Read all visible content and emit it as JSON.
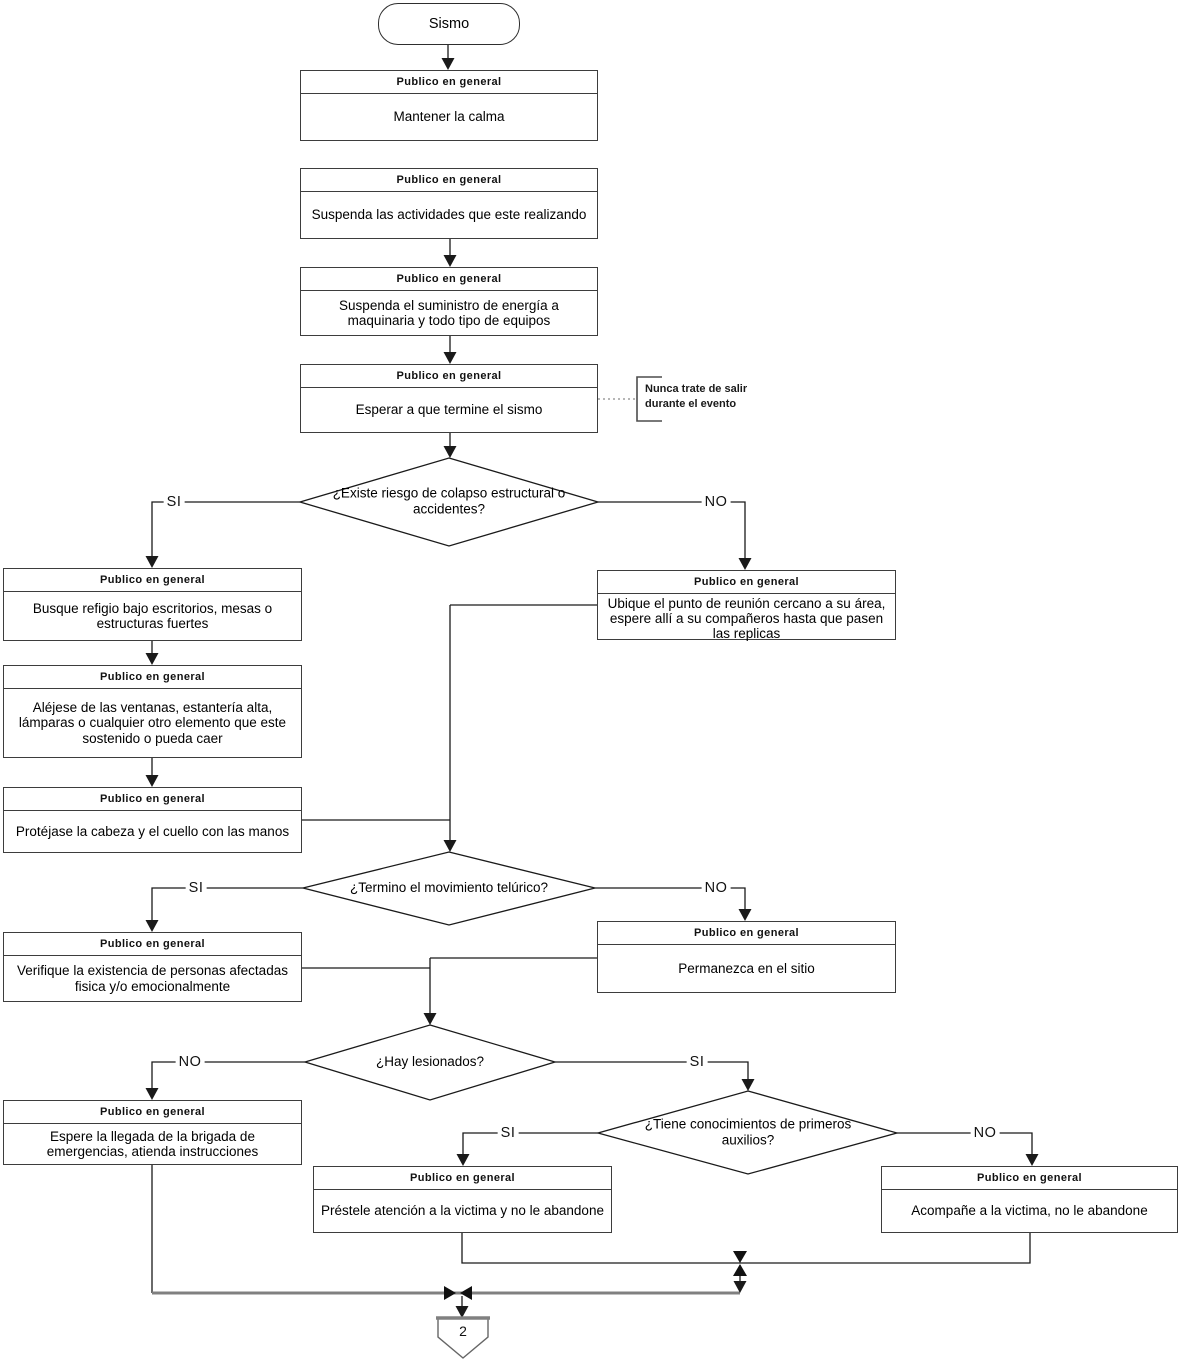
{
  "lane_header": "Publico en general",
  "start_label": "Sismo",
  "boxes": {
    "mantener": "Mantener la calma",
    "suspenda_actividades": "Suspenda las actividades que este realizando",
    "suspenda_energia": "Suspenda el suministro de energía a maquinaria y todo tipo de equipos",
    "esperar": "Esperar a que termine el sismo",
    "busque": "Busque refigio bajo escritorios, mesas o estructuras fuertes",
    "alejese": "Aléjese de las ventanas, estantería alta, lámparas o cualquier otro elemento que este sostenido o pueda caer",
    "protejase": "Protéjase la cabeza y el cuello con las manos",
    "ubique": "Ubique el punto de reunión cercano a su área, espere allí a su compañeros hasta que pasen las replicas",
    "verifique": "Verifique la existencia de personas afectadas fisica y/o emocionalmente",
    "permanezca": "Permanezca en el sitio",
    "espere_brigada": "Espere la llegada de la brigada de emergencias, atienda instrucciones",
    "prestele": "Préstele atención a la victima y no le abandone",
    "acompane": "Acompañe a la victima, no le abandone"
  },
  "decisions": {
    "colapso": "¿Existe riesgo de colapso estructural o accidentes?",
    "termino": "¿Termino el movimiento telúrico?",
    "lesionados": "¿Hay lesionados?",
    "auxilios": "¿Tiene conocimientos de primeros auxilios?"
  },
  "branch_labels": {
    "si": "SI",
    "no": "NO"
  },
  "annotation": {
    "line1": "Nunca trate de salir",
    "line2": "durante el evento"
  },
  "offpage_connector": "2",
  "colors": {
    "line": "#1a1a1a",
    "merge_line": "#808080",
    "box_border": "#3d3d3d",
    "background": "#ffffff"
  }
}
